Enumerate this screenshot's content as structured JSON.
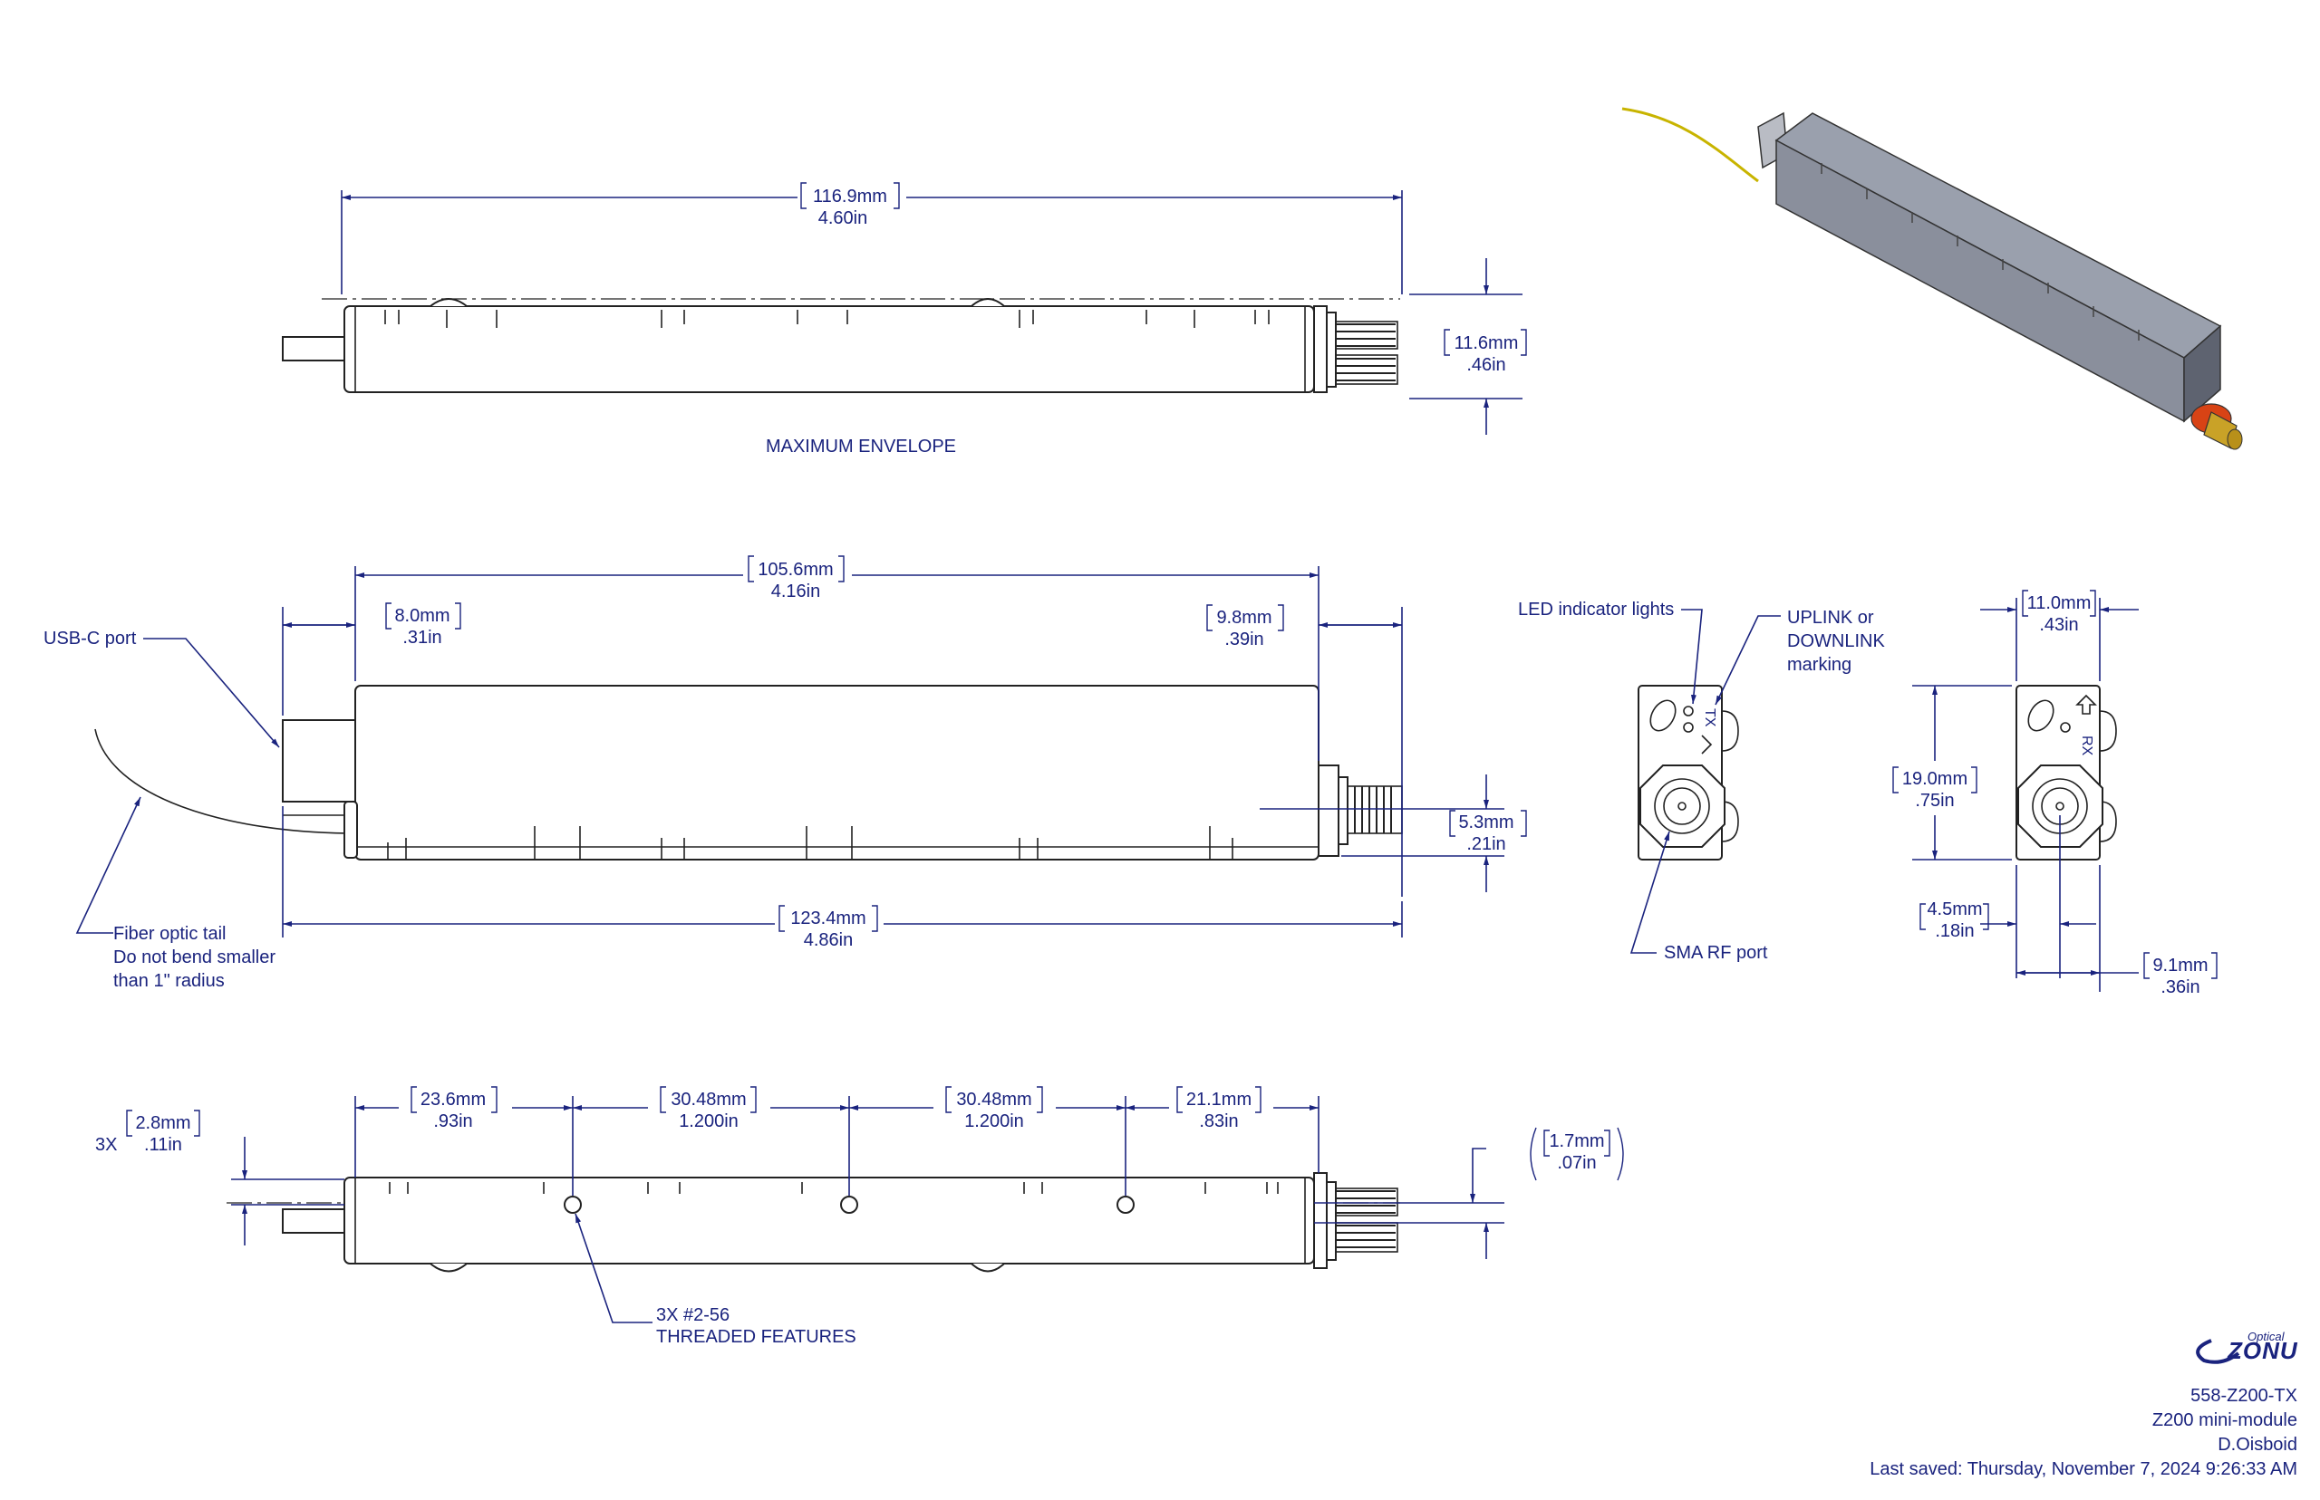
{
  "views": {
    "top": {
      "overall_length": {
        "mm": "116.9mm",
        "in": "4.60in"
      },
      "height": {
        "mm": "11.6mm",
        "in": ".46in"
      },
      "caption": "MAXIMUM ENVELOPE"
    },
    "front": {
      "body_length": {
        "mm": "105.6mm",
        "in": "4.16in"
      },
      "usb_offset": {
        "mm": "8.0mm",
        "in": ".31in"
      },
      "sma_length": {
        "mm": "9.8mm",
        "in": ".39in"
      },
      "sma_offset": {
        "mm": "5.3mm",
        "in": ".21in"
      },
      "total_length": {
        "mm": "123.4mm",
        "in": "4.86in"
      },
      "callouts": {
        "usb": "USB-C port",
        "fiber_line1": "Fiber optic tail",
        "fiber_line2": "Do not bend smaller",
        "fiber_line3": "than 1\" radius"
      }
    },
    "bottom": {
      "hole_offset": {
        "prefix": "3X",
        "mm": "2.8mm",
        "in": ".11in"
      },
      "spacing": [
        {
          "mm": "23.6mm",
          "in": ".93in"
        },
        {
          "mm": "30.48mm",
          "in": "1.200in"
        },
        {
          "mm": "30.48mm",
          "in": "1.200in"
        },
        {
          "mm": "21.1mm",
          "in": ".83in"
        }
      ],
      "ref_offset": {
        "mm": "1.7mm",
        "in": ".07in"
      },
      "callout_line1": "3X #2-56",
      "callout_line2": "THREADED FEATURES"
    },
    "end_tx": {
      "led": "LED indicator lights",
      "marking_line1": "UPLINK or",
      "marking_line2": "DOWNLINK",
      "marking_line3": "marking",
      "sma": "SMA RF port",
      "face_label": "TX"
    },
    "end_rx": {
      "width": {
        "mm": "11.0mm",
        "in": ".43in"
      },
      "height": {
        "mm": "19.0mm",
        "in": ".75in"
      },
      "sma_center_y": {
        "mm": "4.5mm",
        "in": ".18in"
      },
      "sma_center_x": {
        "mm": "9.1mm",
        "in": ".36in"
      },
      "face_label": "RX"
    }
  },
  "title_block": {
    "logo_small": "Optical",
    "logo_main": "ZONU",
    "part_number": "558-Z200-TX",
    "description": "Z200 mini-module",
    "author": "D.Oisboid",
    "last_saved": "Last saved: Thursday, November 7, 2024 9:26:33 AM"
  },
  "colors": {
    "dimension": "#1a237e",
    "outline": "#222222",
    "body_iso": "#8a8f9c",
    "sma_gold": "#c9a227",
    "sma_flange": "#d84315",
    "fiber": "#c8b400"
  }
}
